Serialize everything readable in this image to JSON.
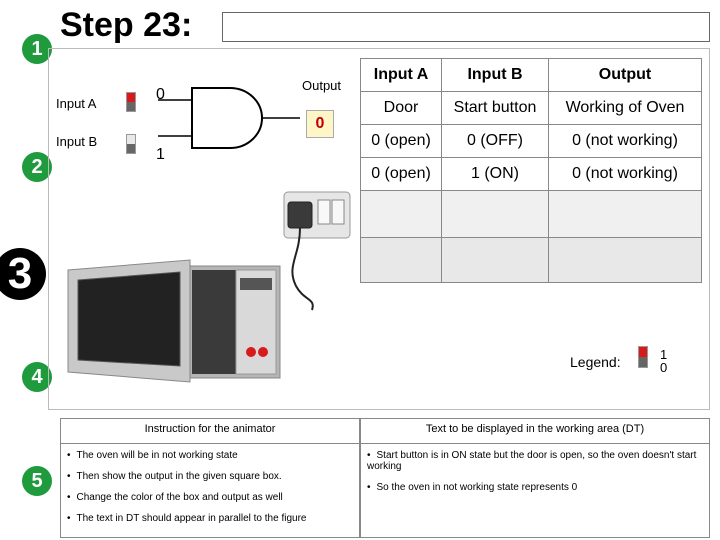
{
  "slide": {
    "title": "Step 23:",
    "steps": [
      "1",
      "2",
      "3",
      "4",
      "5"
    ]
  },
  "circuit": {
    "input_a_label": "Input A",
    "input_b_label": "Input B",
    "input_a_value": "0",
    "input_b_value": "1",
    "output_label": "Output",
    "output_value": "0"
  },
  "truth_table": {
    "headers": [
      "Input A",
      "Input B",
      "Output"
    ],
    "rows": [
      [
        "Door",
        "Start button",
        "Working of Oven"
      ],
      [
        "0 (open)",
        "0 (OFF)",
        "0 (not working)"
      ],
      [
        "0 (open)",
        "1 (ON)",
        "0 (not working)"
      ],
      [
        "",
        "",
        ""
      ],
      [
        "",
        "",
        ""
      ]
    ]
  },
  "legend": {
    "label": "Legend:",
    "top": "1",
    "bottom": "0"
  },
  "colors": {
    "step_green": "#1f9a3d",
    "output_red": "#c00000"
  },
  "animator": {
    "title": "Instruction for the animator",
    "items": [
      "The oven will be in not working state",
      "Then show the output in the given square box.",
      "Change the color of the box and output as well",
      "The text in DT should appear in parallel to the figure"
    ]
  },
  "display": {
    "title": "Text to be displayed in the working area (DT)",
    "items": [
      "Start button is in ON state but the door is open, so the oven doesn't start working",
      "So the oven in not working state represents 0"
    ]
  }
}
